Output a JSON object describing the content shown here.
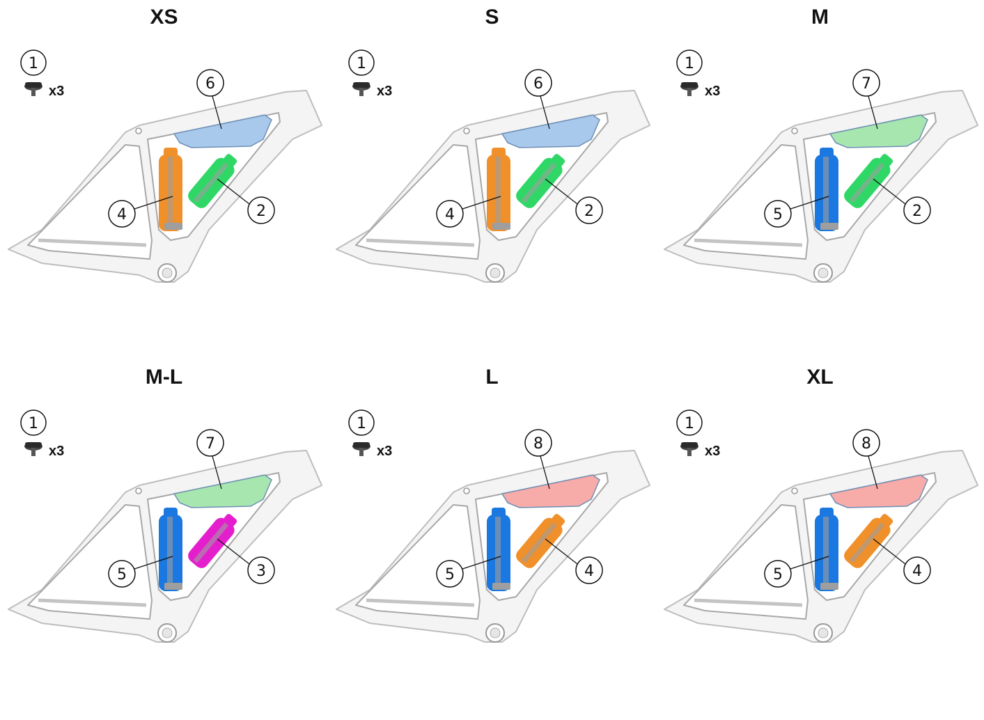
{
  "colors": {
    "frame": "#f4f4f4",
    "frame_stroke": "#bdbdbd",
    "bag_blue": "#9fc3ea",
    "bag_green": "#9fe3a6",
    "bag_red": "#f6a3a0",
    "bottle_orange": "#f0902a",
    "bottle_green": "#2fd866",
    "bottle_blue": "#1a78e0",
    "bottle_magenta": "#e51ecd",
    "cage_gray": "#9e9e9e"
  },
  "panels": [
    {
      "title": "XS",
      "screw": {
        "number": "1",
        "qty": "x3"
      },
      "bag": {
        "number": "6",
        "color": "bag_blue"
      },
      "bottle_a": {
        "number": "4",
        "color": "bottle_orange"
      },
      "bottle_b": {
        "number": "2",
        "color": "bottle_green"
      }
    },
    {
      "title": "S",
      "screw": {
        "number": "1",
        "qty": "x3"
      },
      "bag": {
        "number": "6",
        "color": "bag_blue"
      },
      "bottle_a": {
        "number": "4",
        "color": "bottle_orange"
      },
      "bottle_b": {
        "number": "2",
        "color": "bottle_green"
      }
    },
    {
      "title": "M",
      "screw": {
        "number": "1",
        "qty": "x3"
      },
      "bag": {
        "number": "7",
        "color": "bag_green"
      },
      "bottle_a": {
        "number": "5",
        "color": "bottle_blue"
      },
      "bottle_b": {
        "number": "2",
        "color": "bottle_green"
      }
    },
    {
      "title": "M-L",
      "screw": {
        "number": "1",
        "qty": "x3"
      },
      "bag": {
        "number": "7",
        "color": "bag_green"
      },
      "bottle_a": {
        "number": "5",
        "color": "bottle_blue"
      },
      "bottle_b": {
        "number": "3",
        "color": "bottle_magenta"
      }
    },
    {
      "title": "L",
      "screw": {
        "number": "1",
        "qty": "x3"
      },
      "bag": {
        "number": "8",
        "color": "bag_red"
      },
      "bottle_a": {
        "number": "5",
        "color": "bottle_blue"
      },
      "bottle_b": {
        "number": "4",
        "color": "bottle_orange"
      }
    },
    {
      "title": "XL",
      "screw": {
        "number": "1",
        "qty": "x3"
      },
      "bag": {
        "number": "8",
        "color": "bag_red"
      },
      "bottle_a": {
        "number": "5",
        "color": "bottle_blue"
      },
      "bottle_b": {
        "number": "4",
        "color": "bottle_orange"
      }
    }
  ]
}
